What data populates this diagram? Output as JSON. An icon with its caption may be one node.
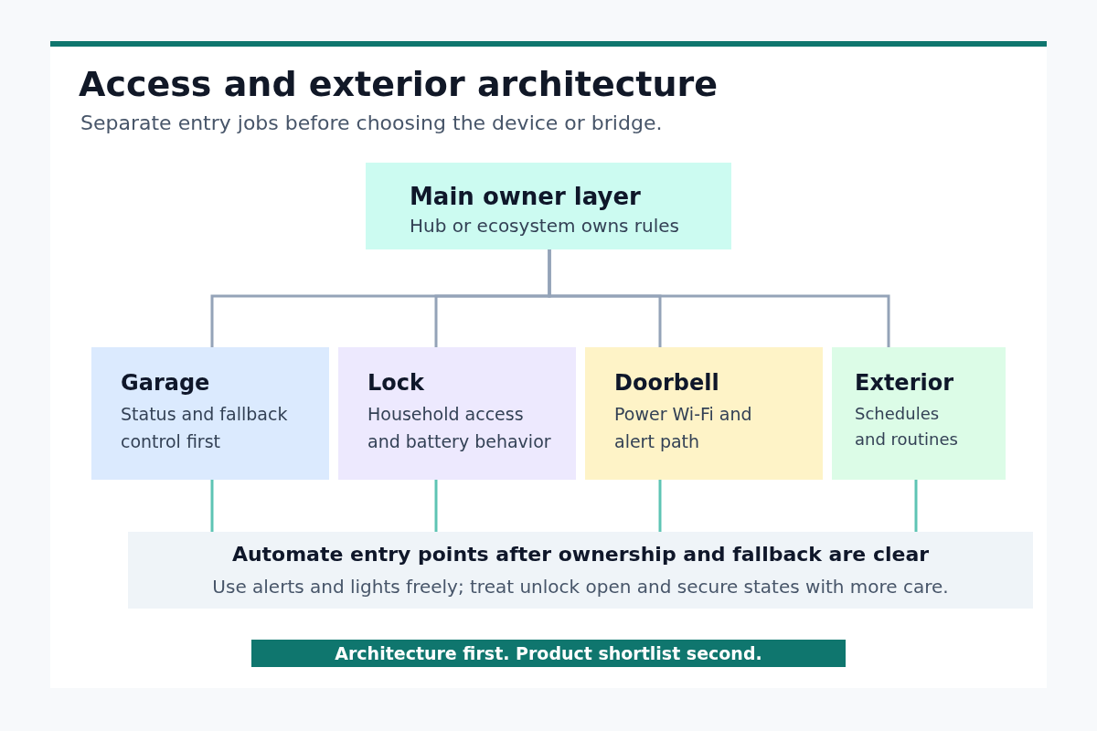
{
  "diagram": {
    "title": "Access and exterior architecture",
    "nodes": [
      {
        "text": [
          "Main owner layer",
          "Hub or ecosystem owns rules"
        ]
      },
      {
        "text": [
          "Garage",
          "Status and fallback control first"
        ]
      },
      {
        "text": [
          "Lock",
          "Household access and battery behavior"
        ]
      },
      {
        "text": [
          "Doorbell",
          "Power Wi-Fi and alert path"
        ]
      },
      {
        "text": [
          "Exterior",
          "Schedules and routines"
        ]
      },
      {
        "text": [
          "Automate entry points after ownership and fallback are clear",
          "Use alerts and lights freely; treat unlock open and secure states with more care."
        ]
      },
      {
        "text": [
          "Architecture first. Product shortlist second."
        ]
      }
    ],
    "edges": [
      {
        "from": 0,
        "to": 1,
        "arrow": "none",
        "color": "#94a3b8"
      },
      {
        "from": 0,
        "to": 2,
        "arrow": "none",
        "color": "#94a3b8"
      },
      {
        "from": 0,
        "to": 3,
        "arrow": "none",
        "color": "#94a3b8"
      },
      {
        "from": 0,
        "to": 4,
        "arrow": "none",
        "color": "#94a3b8"
      },
      {
        "from": 1,
        "to": 5,
        "arrow": "none",
        "color": "#5ec4b4"
      },
      {
        "from": 2,
        "to": 5,
        "arrow": "none",
        "color": "#5ec4b4"
      },
      {
        "from": 3,
        "to": 5,
        "arrow": "none",
        "color": "#5ec4b4"
      },
      {
        "from": 4,
        "to": 5,
        "arrow": "none",
        "color": "#5ec4b4"
      }
    ],
    "labels": [
      "Separate entry jobs before choosing the device or bridge."
    ]
  }
}
